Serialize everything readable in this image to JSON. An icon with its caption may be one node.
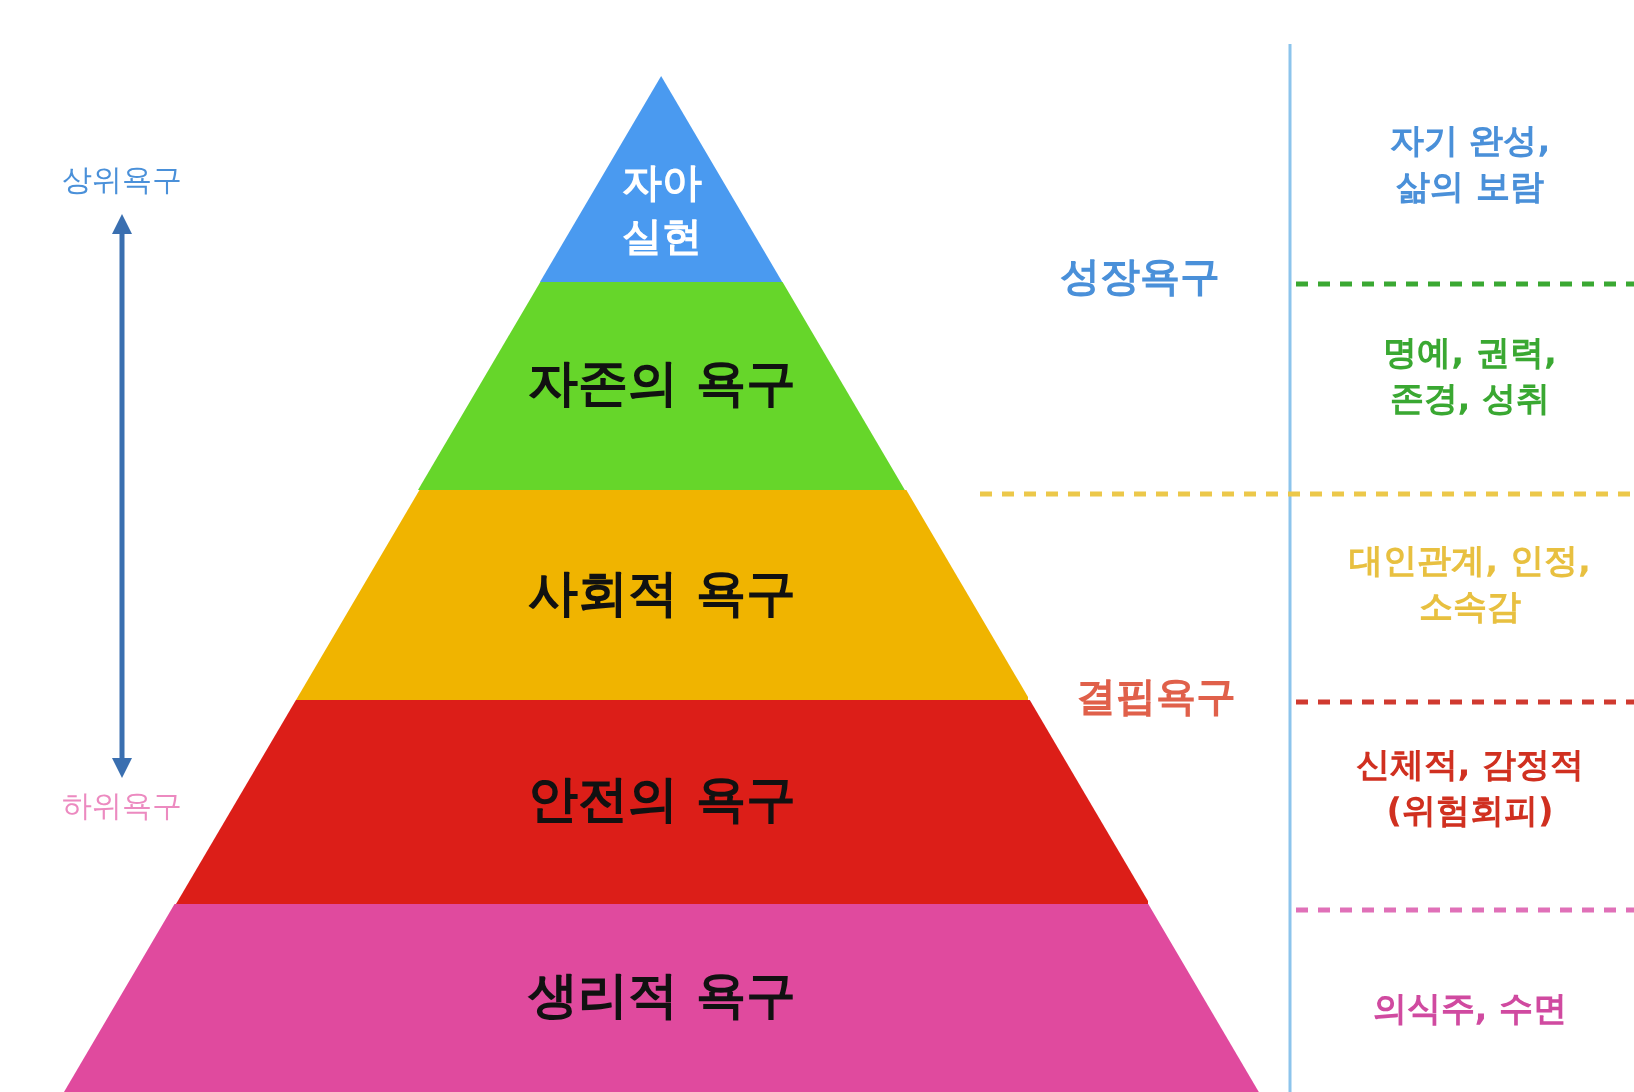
{
  "diagram": {
    "nodes": [
      {
        "text": [
          "자아 실현"
        ]
      },
      {
        "text": [
          "자존의 욕구"
        ]
      },
      {
        "text": [
          "사회적 욕구"
        ]
      },
      {
        "text": [
          "안전의 욕구"
        ]
      },
      {
        "text": [
          "생리적 욕구"
        ]
      }
    ],
    "labels": [
      "상위욕구",
      "하위욕구",
      "성장욕구",
      "결핍욕구",
      "자기 완성, 삶의 보람",
      "명예, 권력, 존경, 성취",
      "대인관계, 인정, 소속감",
      "신체적, 감정적 (위험회피)",
      "의식주, 수면"
    ]
  }
}
